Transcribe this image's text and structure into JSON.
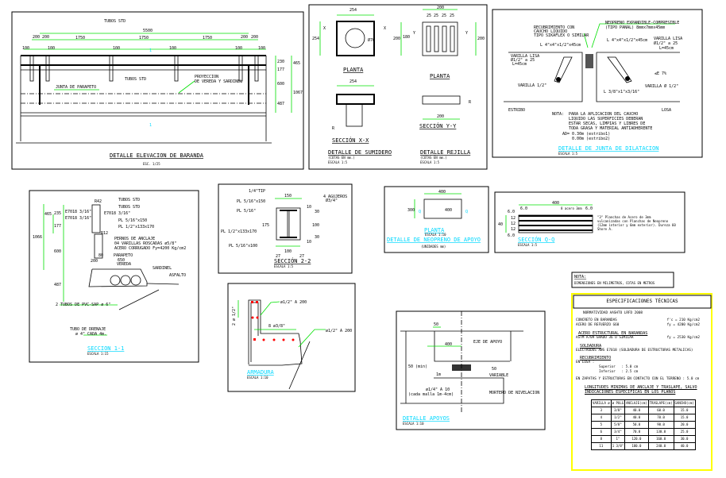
{
  "elevation": {
    "title": "DETALLE ELEVACION DE BARANDA",
    "scale": "ESC. 1/25",
    "labels": [
      "TUBOS STD",
      "JUNTA DE PARAPETO",
      "TUBOS STD",
      "PROYECCION",
      "DE VEREDA Y SARDINEL"
    ],
    "dims_top": [
      "5500",
      "1750",
      "1750",
      "1750",
      "200",
      "200",
      "200",
      "200",
      "100",
      "100",
      "100",
      "100",
      "100",
      "100"
    ],
    "dims_right": [
      "230",
      "177",
      "600",
      "487",
      "465",
      "1067"
    ],
    "section_mark": "1"
  },
  "sumidero": {
    "planta1": "PLANTA",
    "planta2": "PLANTA",
    "section_x": "SECCIÓN X-X",
    "section_y": "SECCIÓN Y-Y",
    "title1": "DETALLE DE SUMIDERO",
    "sub1": "(COTAS EN mm.)",
    "scale1": "ESCALA 1:5",
    "title2": "DETALLE REJILLA",
    "sub2": "(COTAS EN mm.)",
    "scale2": "ESCALA 1:5",
    "dims": [
      "254",
      "254",
      "Ø76",
      "200",
      "25",
      "25",
      "25",
      "25",
      "200",
      "180",
      "200",
      "254",
      "200"
    ],
    "marks": [
      "X",
      "X",
      "Y",
      "Y",
      "R",
      "R"
    ]
  },
  "junta": {
    "labels": [
      "RECUBRIMIENTO CON",
      "CAUCHO LIQUIDO",
      "TIPO SIKAFLEX O SIMILAR",
      "NEOPRENO EXPANDIBLE-COMPRESIBLE",
      "(TIPO PANAL) 8mmx7mmx45mm",
      "L 4\"x4\"x1/2\"x45cm",
      "L 4\"x4\"x1/2\"x45cm",
      "VARILLA LISA",
      "Ø1/2\" a 25",
      "L=45cm",
      "VARILLA LISA",
      "Ø1/2\" a 25",
      "L=45cm",
      "VARILLA 1/2\"",
      "VARILLA Ø 1/2\"",
      "L 3/8\"x1\"x3/16\"",
      "ESTRIBO",
      "LOSA",
      "≤E 7%"
    ],
    "note": [
      "NOTA:",
      "PARA LA APLICACION DEL CAUCHO",
      "LIQUIDO LAS SUPERFICIES DEBERAN",
      "ESTAR SECAS, LIMPIAS Y LIBRES DE",
      "TODA GRASA Y MATERIAL ANTIADHERENTE",
      "AD= 0.30m (estribo1)",
      "0.00m (estribo2)"
    ],
    "title": "DETALLE DE JUNTA DE DILATACION",
    "scale": "ESCALA 1:5"
  },
  "seccion11": {
    "labels": [
      "R42",
      "TUBOS STD",
      "TUBOS STD",
      "E7018 3/16\"",
      "E7018 3/16\"",
      "E7018 3/16\"",
      "PL 5/16\"x150",
      "PL 1/2\"x133x170",
      "R12",
      "PERNOS DE ANCLAJE",
      "04 VARILLAS ROSCADAS ø5/8\"",
      "ACERO CORRUGADO Fy=4200 Kg/cm2",
      "PARAPETO",
      "VEREDA",
      "SARDINEL",
      "ASFALTO",
      "2 TUBOS DE PVC-SAP ø 6\"",
      "TUBO DE DRENAJE",
      "ø 4\" CADA 4m."
    ],
    "dims": [
      "465",
      "235",
      "177",
      "1066",
      "600",
      "487",
      "200",
      "650",
      "80",
      "2",
      "2"
    ],
    "title": "SECCION 1-1",
    "scale": "ESCALA 1:15"
  },
  "seccion22": {
    "labels": [
      "1/4\"TIP",
      "PL 5/16\"x150",
      "PL 5/16\"",
      "PL 1/2\"x133x170",
      "PL 5/16\"x100",
      "4 AGUJEROS",
      "Ø3/4\""
    ],
    "dims": [
      "150",
      "10",
      "30",
      "175",
      "100",
      "30",
      "10",
      "100",
      "27",
      "27"
    ],
    "title": "SECCIÓN 2-2",
    "scale": "ESCALA 1:5"
  },
  "neopreno": {
    "dims": [
      "400",
      "300",
      "400"
    ],
    "marks": [
      "Q",
      "Q"
    ],
    "planta": "PLANTA",
    "planta_scale": "ESCALA 1:10",
    "title": "DETALLE DE NEOPRENO DE APOYO",
    "units": "(UNIDADES mm)"
  },
  "seccionQQ": {
    "dims": [
      "400",
      "6.0",
      "6.0",
      "6.0",
      "6.0",
      "40",
      "12",
      "12",
      "12"
    ],
    "label": "8 acero 3mm",
    "desc": [
      "\"3\" Planchas de Acero de 3mm",
      "vulcanizadas con  Planchas de Neopreno",
      "(12mm interior y 6mm exterior). Dureza 60",
      "Shore A."
    ],
    "title": "SECCIÓN Q-Q",
    "scale": "ESCALA 1:5"
  },
  "nota": {
    "title": "NOTA:",
    "text": "DIMENSIONES EN MILIMETROS, COTAS EN METROS"
  },
  "armadura": {
    "labels": [
      "ø1/2\" A 200",
      "8 ø3/8\"",
      "ø1/2\" A 200",
      "2 ø 1/2\""
    ],
    "title": "ARMADURA",
    "scale": "ESCALA 1:10"
  },
  "apoyos": {
    "labels": [
      "EJE DE APOYO",
      "50 (min)",
      "50",
      "VARIABLE",
      "ø1/4\" A 10",
      "(cada malla 1m-4cm)",
      "MORTERO DE NIVELACION"
    ],
    "dims": [
      "50",
      "400",
      "1m"
    ],
    "title": "DETALLE APOYOS",
    "scale": "ESCALA 1:10"
  },
  "specs": {
    "title": "ESPECIFICACIONES TÉCNICAS",
    "norm": "NORMATIVIDAD AASHTO LRFD 2008",
    "concrete_label": "CONCRETO EN BARANDAS",
    "concrete_value": "f'c = 210 Kg/cm2",
    "rebar_label": "ACERO DE REFUERZO G60",
    "rebar_value": "fy = 4200 Kg/cm2",
    "steel_heading": "ACERO ESTRUCTURAL EN BARANDAS",
    "steel_label": "ASTM A709 GRADO 36 O SIMILAR",
    "steel_value": "fy = 2530 Kg/cm2",
    "weld_heading": "SOLDADURA",
    "weld_text": "ELECTRODOS AWS E7018 (SOLDADURA DE ESTRUCTURAS METALICAS)",
    "cover_heading": "RECUBRIMIENTO",
    "cover_slab": "EN LOSA :",
    "cover_top": "Superior   : 5.0 cm",
    "cover_bottom": "Inferior   : 2.5 cm",
    "cover_footing": "EN ZAPATAS Y ESTRUCTURAS EN CONTACTO CON EL TERRENO : 5.0 cm",
    "length_heading1": "LONGITUDES MINIMAS DE ANCLAJE Y TRASLAPE, SALVO",
    "length_heading2": "INDICACIONES ESPECIFICAS EN LOS PLANOS",
    "table": {
      "headers": [
        "VARILLA ø",
        "ø PULG",
        "ANCLAJE(cm)",
        "TRASLAPE(cm)",
        "GANCHO(cm)"
      ],
      "rows": [
        [
          "3",
          "3/8\"",
          "40.0",
          "60.0",
          "15.0"
        ],
        [
          "4",
          "1/2\"",
          "40.0",
          "70.0",
          "15.0"
        ],
        [
          "5",
          "5/8\"",
          "50.0",
          "90.0",
          "20.0"
        ],
        [
          "6",
          "3/4\"",
          "70.0",
          "130.0",
          "25.0"
        ],
        [
          "8",
          "1\"",
          "120.0",
          "160.0",
          "30.0"
        ],
        [
          "11",
          "1 3/8\"",
          "180.0",
          "240.0",
          "40.0"
        ]
      ]
    }
  },
  "colors": {
    "dimension": "#00e000",
    "title": "#00d8ff",
    "rebar": "#ff0000",
    "spec_border": "#ffff00",
    "line": "#000000"
  }
}
